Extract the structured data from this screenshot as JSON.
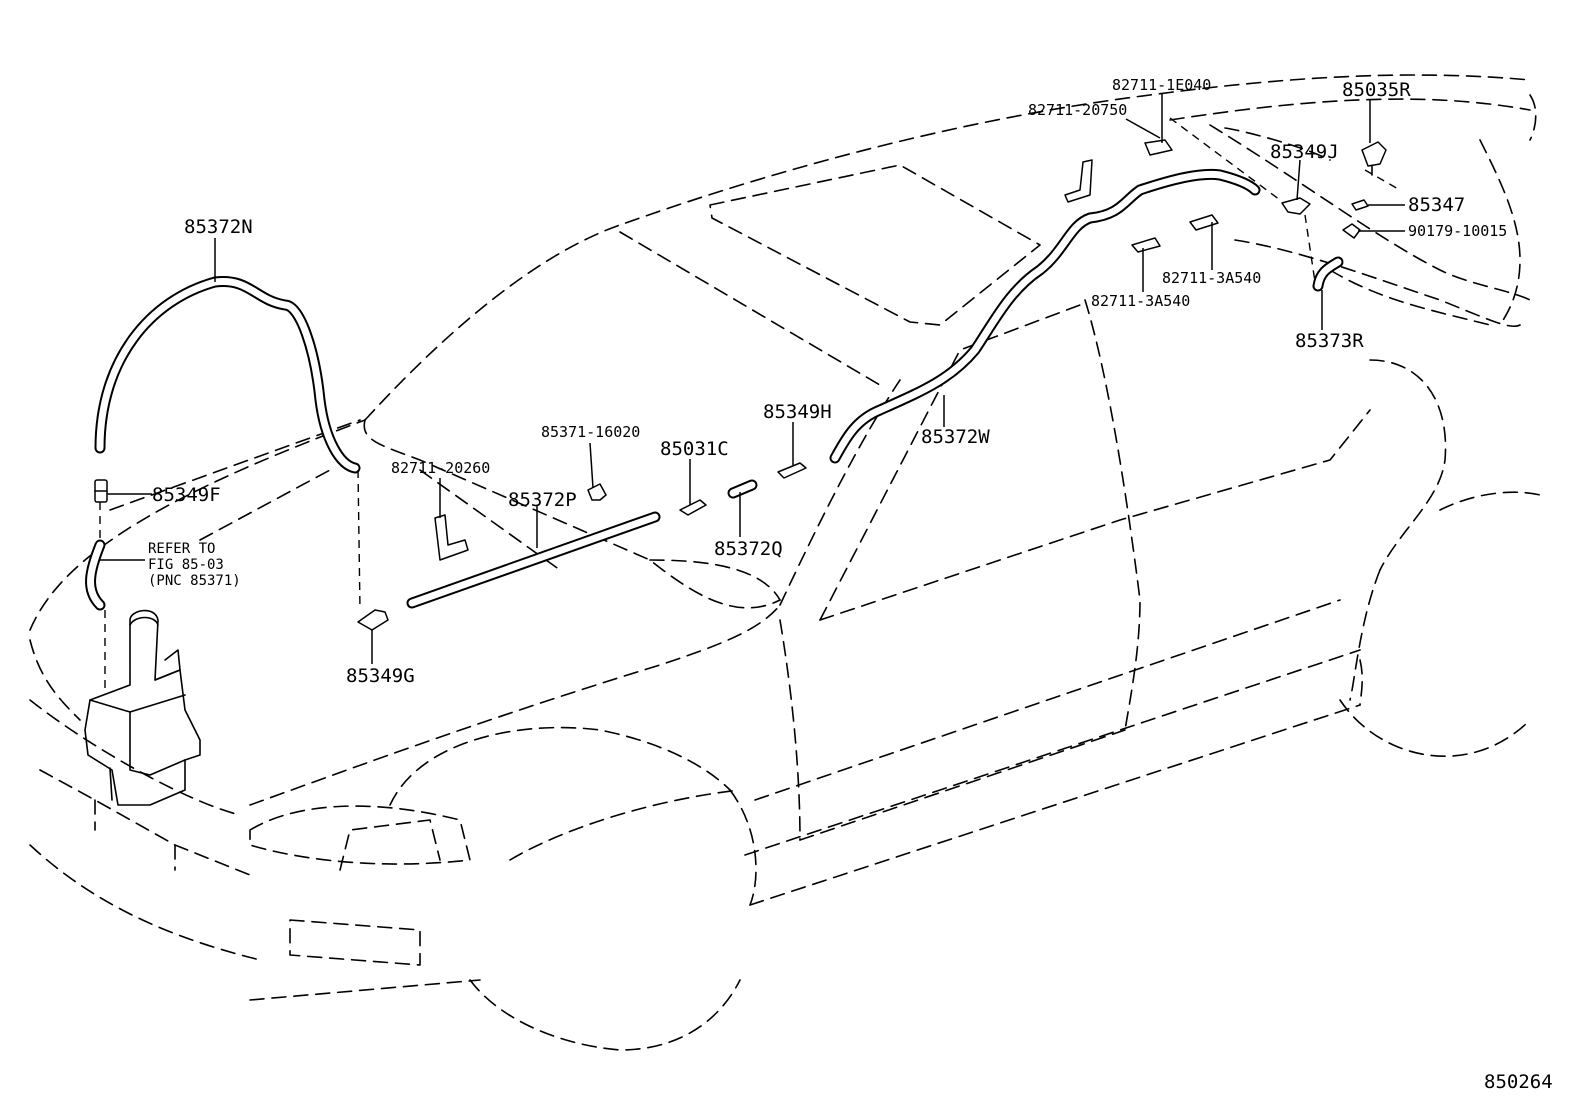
{
  "labels": {
    "p85372N": "85372N",
    "p85349F": "85349F",
    "p85349G": "85349G",
    "p82711_20260": "82711-20260",
    "p85371_16020": "85371-16020",
    "p85372P": "85372P",
    "p85031C": "85031C",
    "p85372Q": "85372Q",
    "p85349H": "85349H",
    "p85372W": "85372W",
    "p82711_1E040": "82711-1E040",
    "p82711_20750": "82711-20750",
    "p85035R": "85035R",
    "p85349J": "85349J",
    "p85347": "85347",
    "p90179_10015": "90179-10015",
    "p82711_3A540_a": "82711-3A540",
    "p82711_3A540_b": "82711-3A540",
    "p85373R": "85373R"
  },
  "refer_note": {
    "line1": "REFER TO",
    "line2": "FIG 85-03",
    "line3": "(PNC 85371)"
  },
  "figure_number": "850264"
}
